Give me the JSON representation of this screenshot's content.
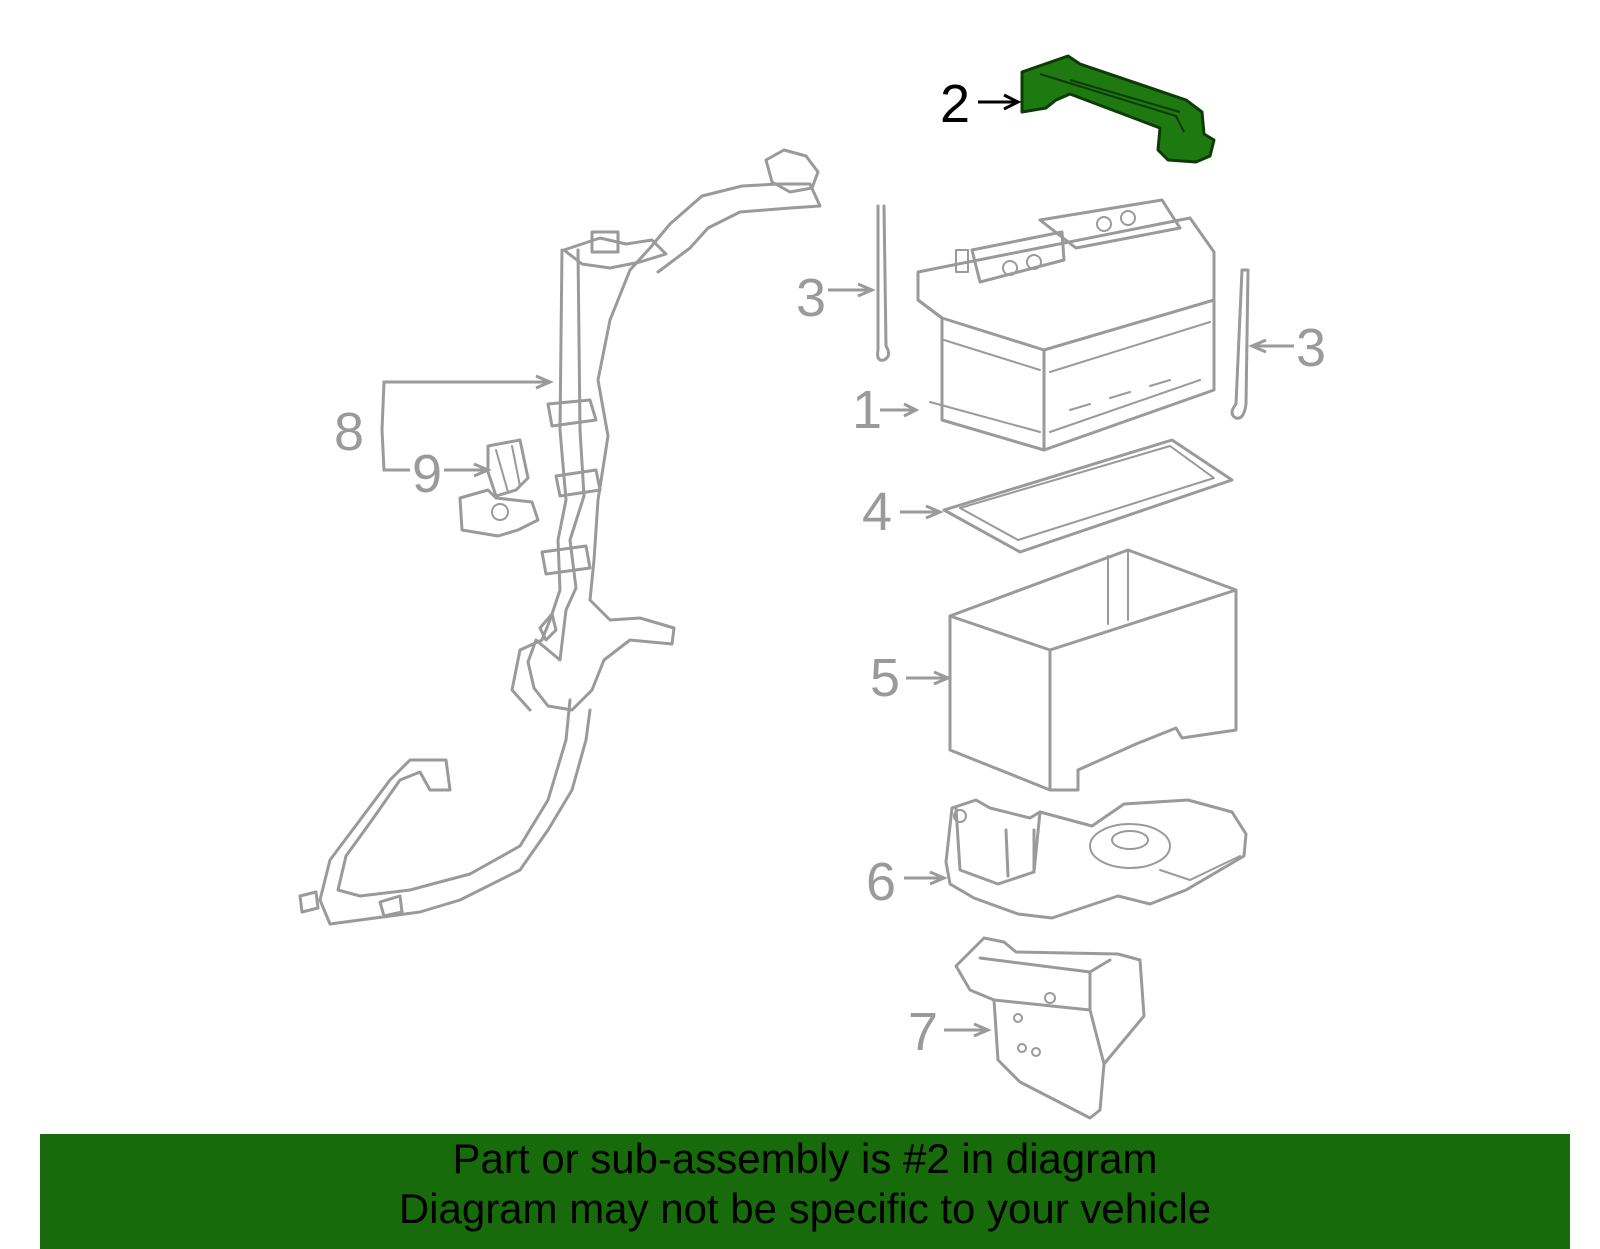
{
  "colors": {
    "highlight": "#1e7a10",
    "banner": "#176b0b",
    "outline": "#9a9a9a",
    "highlight_text": "#000000"
  },
  "callouts": {
    "c1": "1",
    "c2": "2",
    "c3a": "3",
    "c3b": "3",
    "c4": "4",
    "c5": "5",
    "c6": "6",
    "c7": "7",
    "c8": "8",
    "c9": "9"
  },
  "banner": {
    "line1": "Part or sub-assembly is #2 in diagram",
    "line2": "Diagram may not be specific to your vehicle"
  }
}
